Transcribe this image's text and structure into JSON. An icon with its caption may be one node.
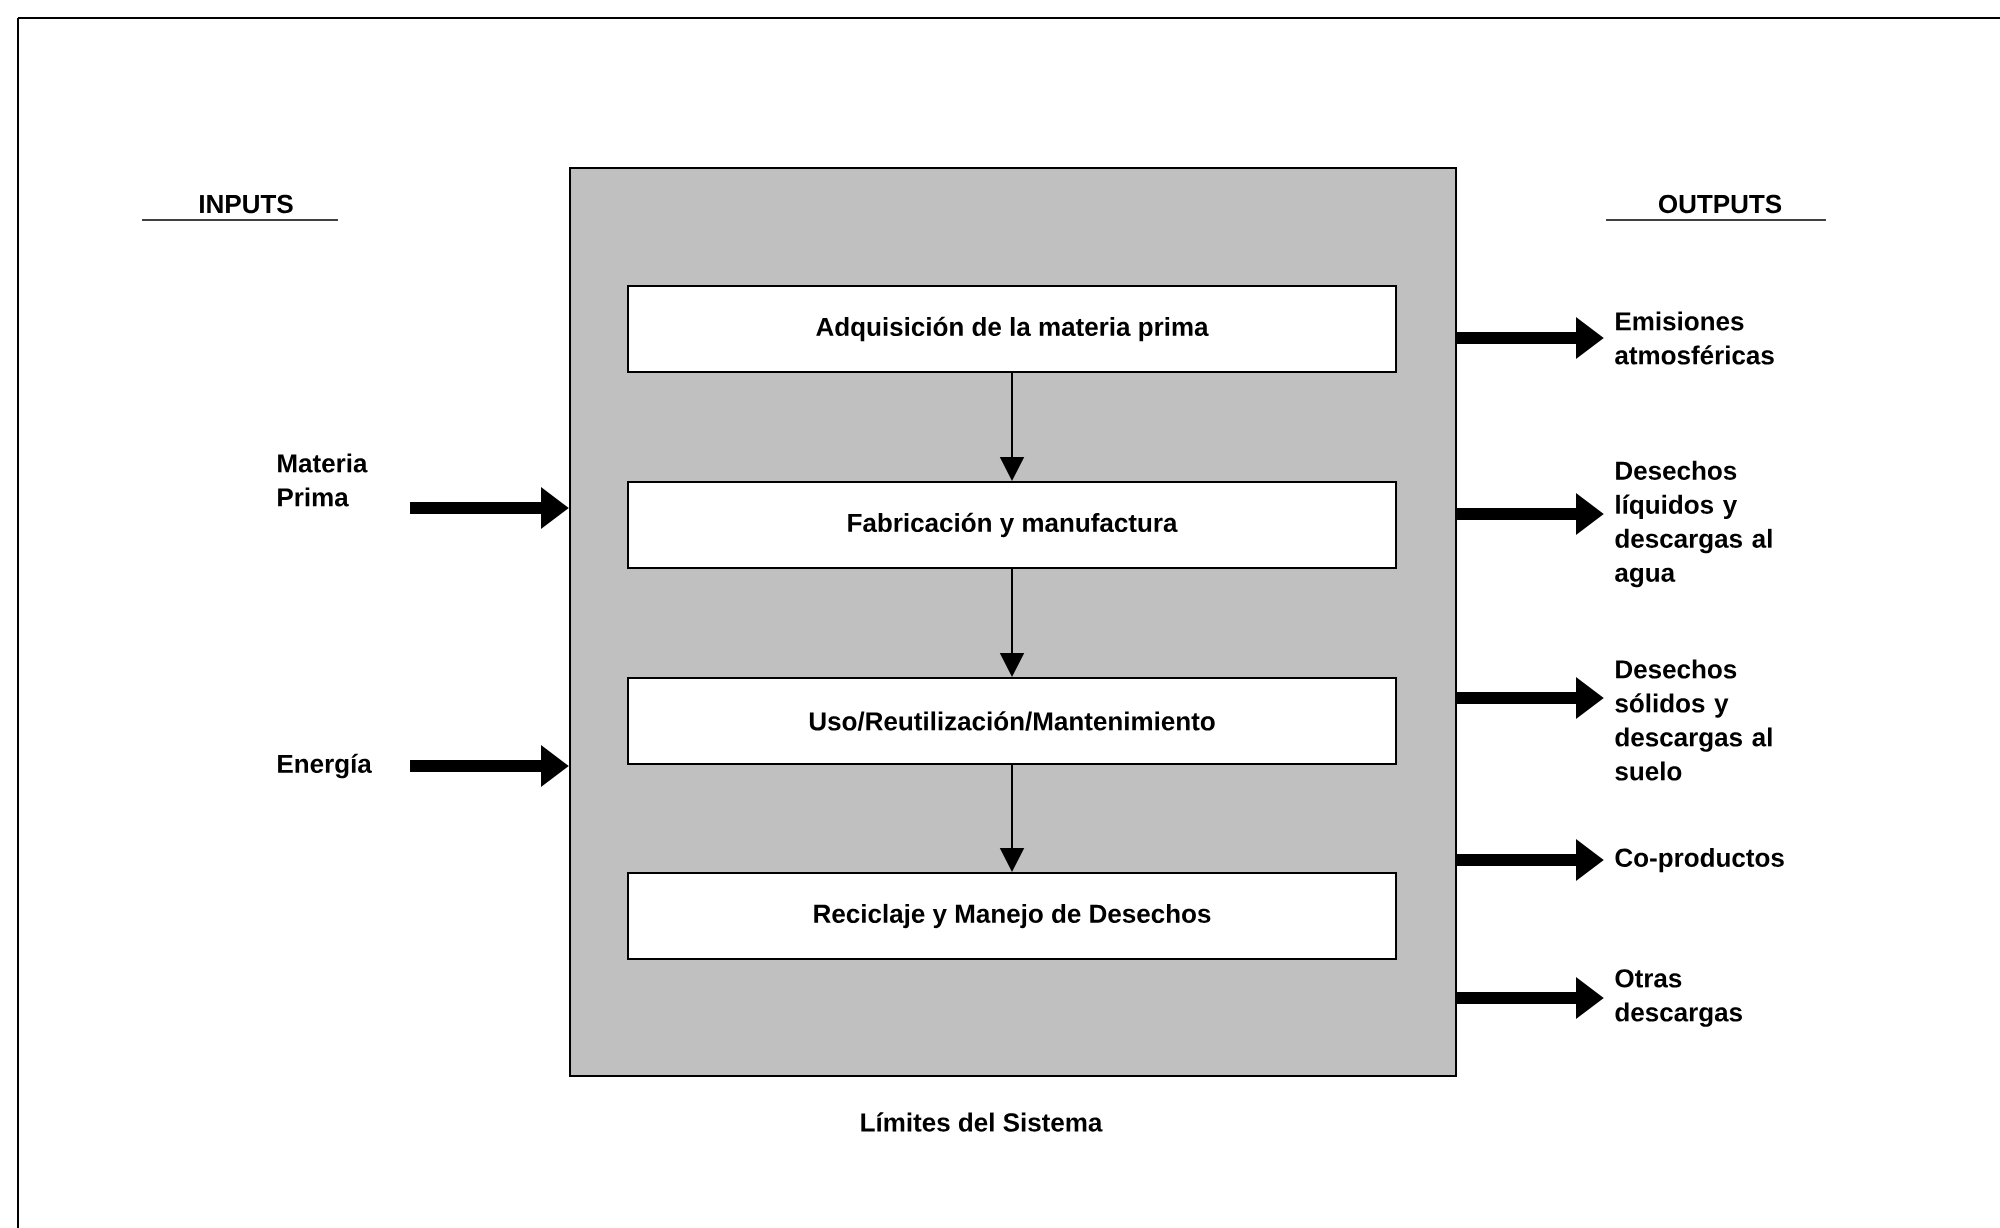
{
  "diagram": {
    "nodes": [
      {
        "text": [
          "Límites del Sistema"
        ]
      },
      {
        "text": [
          "Adquisición de la materia prima"
        ],
        "in": 0
      },
      {
        "text": [
          "Fabricación y manufactura"
        ],
        "in": 0
      },
      {
        "text": [
          "Uso/Reutilización/Mantenimiento"
        ],
        "in": 0
      },
      {
        "text": [
          "Reciclaje y Manejo de Desechos"
        ],
        "in": 0
      },
      {
        "text": [
          "Materia Prima"
        ]
      },
      {
        "text": [
          "Energía"
        ]
      },
      {
        "text": [
          "Emisiones atmosféricas"
        ]
      },
      {
        "text": [
          "Desechos líquidos y descargas al agua"
        ]
      },
      {
        "text": [
          "Desechos sólidos y descargas al suelo"
        ]
      },
      {
        "text": [
          "Co-productos"
        ]
      },
      {
        "text": [
          "Otras descargas"
        ]
      }
    ],
    "edges": [
      {
        "from": 1,
        "to": 2,
        "arrow": "to"
      },
      {
        "from": 2,
        "to": 3,
        "arrow": "to"
      },
      {
        "from": 3,
        "to": 4,
        "arrow": "to"
      },
      {
        "from": 5,
        "to": 0,
        "arrow": "to"
      },
      {
        "from": 6,
        "to": 0,
        "arrow": "to"
      },
      {
        "from": 0,
        "to": 7,
        "arrow": "to"
      },
      {
        "from": 0,
        "to": 8,
        "arrow": "to"
      },
      {
        "from": 0,
        "to": 9,
        "arrow": "to"
      },
      {
        "from": 0,
        "to": 10,
        "arrow": "to"
      },
      {
        "from": 0,
        "to": 11,
        "arrow": "to"
      }
    ],
    "labels": [
      "INPUTS",
      "OUTPUTS"
    ]
  }
}
